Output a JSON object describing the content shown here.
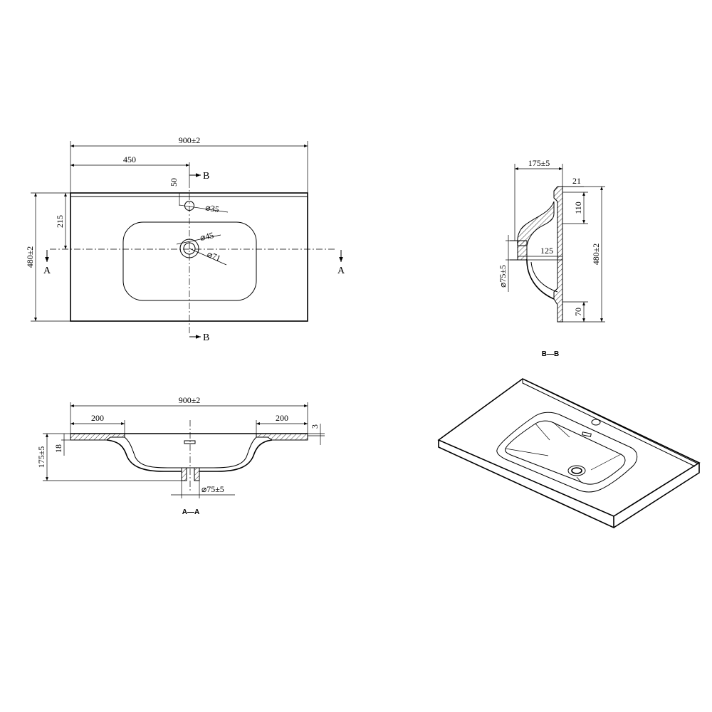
{
  "top_view": {
    "dim_width": "900±2",
    "dim_half": "450",
    "dim_tap_offset": "50",
    "dim_depth": "480±2",
    "dim_center": "215",
    "dia_tap": "⌀35",
    "dia_drain_inner": "⌀45",
    "dia_drain_outer": "⌀71",
    "cut_a": "A",
    "cut_b": "B"
  },
  "section_aa": {
    "dim_width": "900±2",
    "dim_left_rim": "200",
    "dim_right_rim": "200",
    "dim_rim_step": "3",
    "dim_height": "175±5",
    "dim_thickness": "18",
    "dia_drain": "⌀75±5",
    "caption": "A—A"
  },
  "section_bb": {
    "dim_height": "175±5",
    "dim_rim": "21",
    "dim_top": "110",
    "dim_inner": "125",
    "dim_depth": "480±2",
    "dim_front": "70",
    "dia_drain": "⌀75±5",
    "caption": "B—B"
  }
}
